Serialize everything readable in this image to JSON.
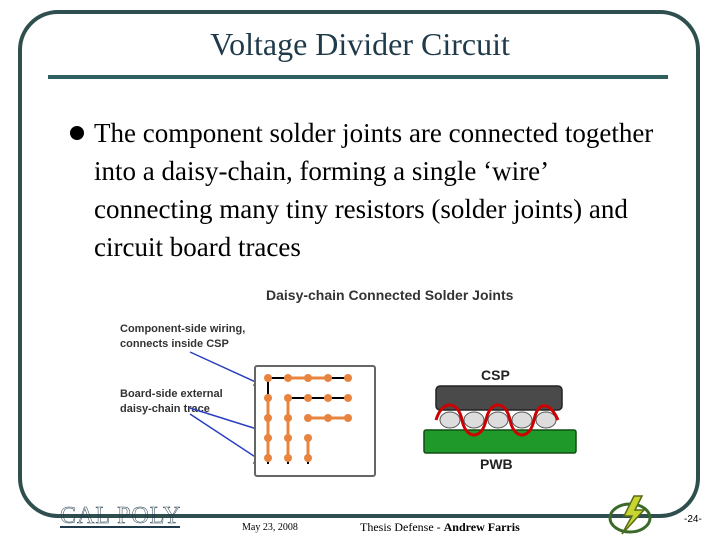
{
  "slide": {
    "title": "Voltage Divider Circuit",
    "bullet": "The component solder joints are connected together into a daisy-chain, forming a single ‘wire’ connecting many tiny resistors (solder joints) and circuit board traces"
  },
  "diagram": {
    "heading": "Daisy-chain Connected Solder Joints",
    "label_component_1": "Component-side wiring,",
    "label_component_2": "connects inside CSP",
    "label_board_1": "Board-side external",
    "label_board_2": "daisy-chain trace",
    "label_csp": "CSP",
    "label_pwb": "PWB",
    "colors": {
      "ball": "#e8843e",
      "trace": "#000000",
      "csp": "#4a4a4a",
      "pwb": "#1f9a2a",
      "wire": "#cc0000",
      "arrow": "#2a3fbf"
    }
  },
  "footer": {
    "date": "May 23, 2008",
    "thesis_prefix": "Thesis Defense - ",
    "author": "Andrew Farris",
    "page": "-24-",
    "logo_text": "CAL POLY"
  }
}
